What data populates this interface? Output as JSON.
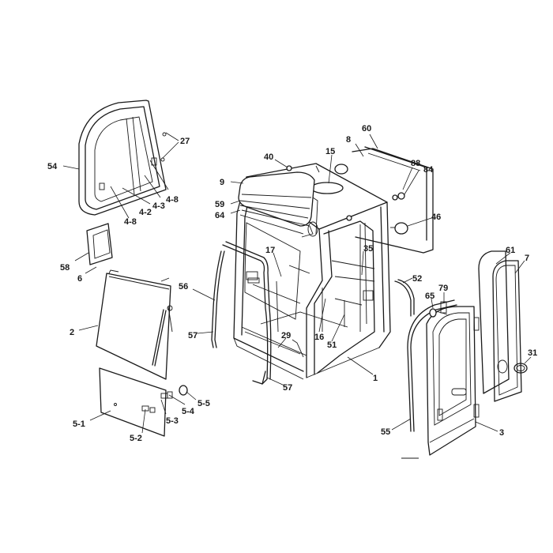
{
  "labels": {
    "p1": "1",
    "p2": "2",
    "p3": "3",
    "p6": "6",
    "p7": "7",
    "p8": "8",
    "p9": "9",
    "p15": "15",
    "p16": "16",
    "p17": "17",
    "p27": "27",
    "p29": "29",
    "p31": "31",
    "p35": "35",
    "p40": "40",
    "p46": "46",
    "p51": "51",
    "p52": "52",
    "p54": "54",
    "p55": "55",
    "p56": "56",
    "p57a": "57",
    "p57b": "57",
    "p58": "58",
    "p59": "59",
    "p60": "60",
    "p61": "61",
    "p64": "64",
    "p65": "65",
    "p79": "79",
    "p84": "84",
    "p88": "88",
    "p4_2": "4-2",
    "p4_3": "4-3",
    "p4_8a": "4-8",
    "p4_8b": "4-8",
    "p5_1": "5-1",
    "p5_2": "5-2",
    "p5_3": "5-3",
    "p5_4": "5-4",
    "p5_5": "5-5"
  }
}
